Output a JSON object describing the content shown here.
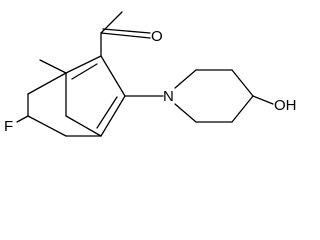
{
  "molecule": {
    "atoms": {
      "oxygen_carbonyl": "O",
      "fluorine": "F",
      "nitrogen": "N",
      "hydroxyl": "OH"
    },
    "line_color": "#000000"
  }
}
